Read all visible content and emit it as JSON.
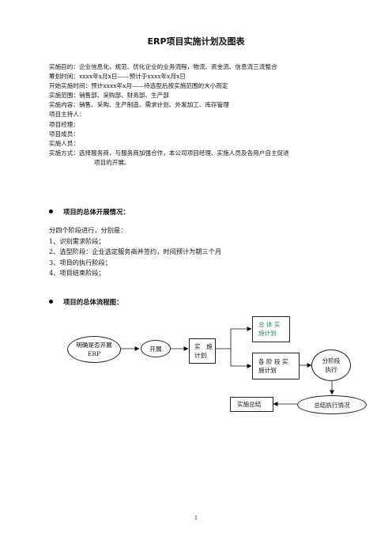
{
  "title": "ERP项目实施计划及图表",
  "intro": {
    "lines": [
      "实施目的：企业信息化，规范、优化企业的业务流程，物流、资金流、信息流三流整合",
      "筹划时间：xxxx年x月x日——预计于xxxx年x月x日",
      "开始实施时间：预计xxxx年x月——待选型后按实施范围的大小而定",
      "实施范围：销售部、采购部、财务部、生产部",
      "实施内容：销售、采购、生产制造、需求计划、外发加工、库存管理",
      "项目主持人：",
      "项目经理：",
      "项目成员：",
      "实施人员：",
      "实施方式：选择服务商，与服务商加强合作，本公司项目经理、实施人员及各用户自主促进"
    ],
    "continuation": "项目的开展。"
  },
  "section1": {
    "heading": "项目的总体开展情况："
  },
  "phases": {
    "intro": "分四个阶段进行，分别是：",
    "items": [
      "1、识别需求阶段；",
      "2、选型阶段：企业选定服务商并签约，时间预计为期三个月",
      "3、项目的执行阶段；",
      "4、项目结束阶段；"
    ]
  },
  "section2": {
    "heading": "项目的总体流程图："
  },
  "flowchart": {
    "clarify": "明确是否开展ERP",
    "start": "开展",
    "plan_line1": "实　施",
    "plan_line2": "计划",
    "overall_line1": "总 体 实",
    "overall_line2": "施计划",
    "stage_line1": "各 阶 段 实",
    "stage_line2": "施计划",
    "exec_line1": "分阶段",
    "exec_line2": "执行",
    "summary": "总结执行情况",
    "final": "实施总结"
  },
  "colors": {
    "green_text": "#2e8b57"
  },
  "page_number": "1"
}
